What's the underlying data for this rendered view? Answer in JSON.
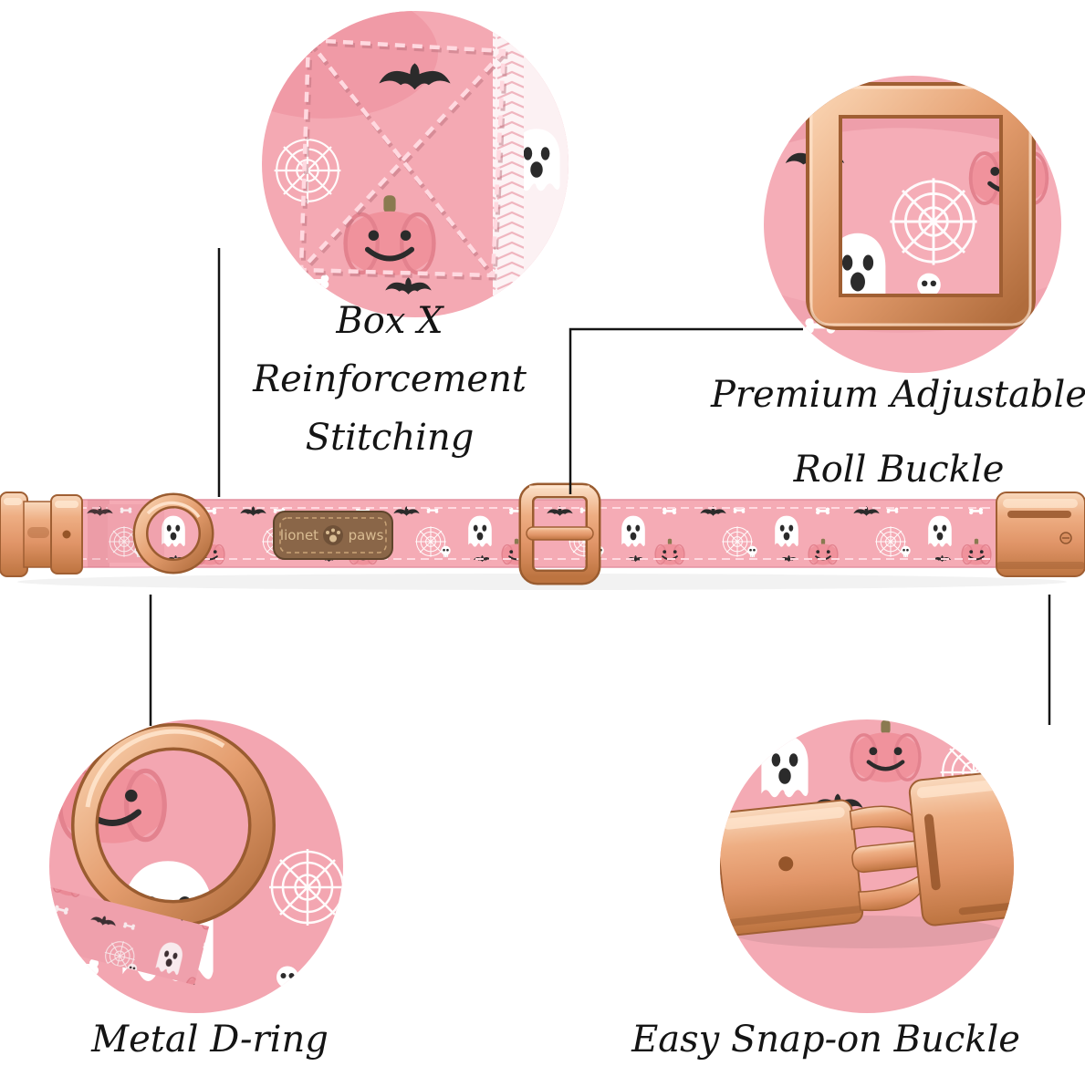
{
  "callouts": {
    "stitching": {
      "line1": "Box X Reinforcement",
      "line2": "Stitching"
    },
    "roll_buckle": {
      "line1": "Premium Adjustable",
      "line2": "Roll Buckle"
    },
    "d_ring": {
      "label": "Metal D-ring"
    },
    "snap_buckle": {
      "label": "Easy Snap-on Buckle"
    }
  },
  "brand_tag": {
    "left": "lionet",
    "right": "paws",
    "logo": "paw-icon"
  },
  "colors": {
    "background": "#ffffff",
    "text": "#141414",
    "fabric_pink": "#f5abb5",
    "pumpkin_pink": "#f0929c",
    "rose_gold": "#e9a87e",
    "rose_gold_dark": "#a05f33",
    "tag_brown": "#8a6648"
  }
}
